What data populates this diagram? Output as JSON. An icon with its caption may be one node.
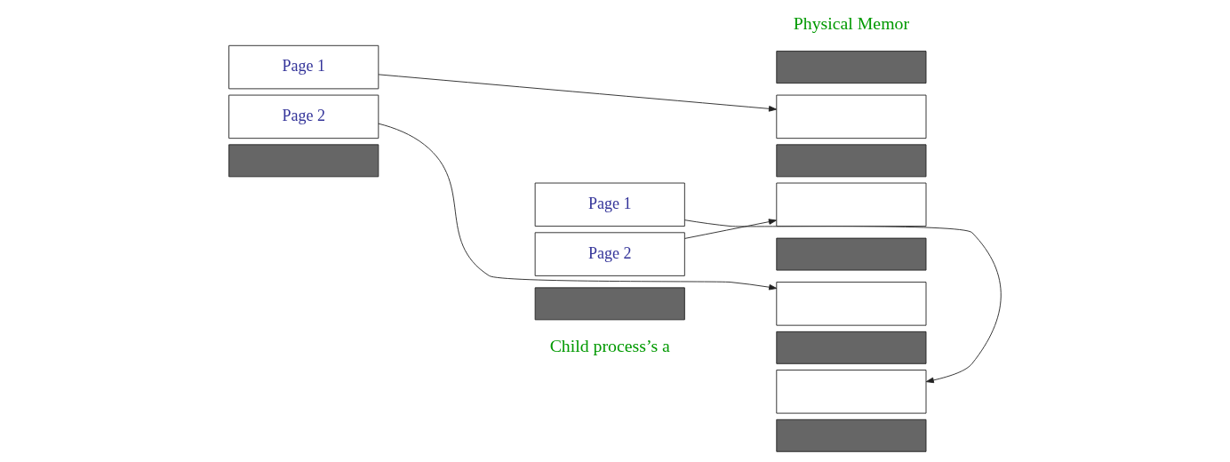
{
  "diagram": {
    "nodes": [
      {
        "text": [
          "Page 1"
        ]
      },
      {
        "text": [
          "Page 2"
        ]
      },
      {
        "text": [],
        "shape": "bar"
      },
      {
        "text": [
          "Page 1"
        ]
      },
      {
        "text": [
          "Page 2"
        ]
      },
      {
        "text": [],
        "shape": "bar"
      },
      {
        "text": [],
        "shape": "bar"
      },
      {
        "text": [],
        "shape": "box"
      },
      {
        "text": [],
        "shape": "bar"
      },
      {
        "text": [],
        "shape": "box"
      },
      {
        "text": [],
        "shape": "bar"
      },
      {
        "text": [],
        "shape": "box"
      },
      {
        "text": [],
        "shape": "bar"
      },
      {
        "text": [],
        "shape": "box"
      },
      {
        "text": [],
        "shape": "bar"
      }
    ],
    "edges": [
      {
        "from": 0,
        "to": 7,
        "arrow": "to"
      },
      {
        "from": 1,
        "to": 11,
        "arrow": "to"
      },
      {
        "from": 3,
        "to": 13,
        "arrow": "to"
      },
      {
        "from": 4,
        "to": 9,
        "arrow": "to"
      }
    ],
    "labels": [
      "Physical Memor",
      "Child process’s a"
    ]
  }
}
